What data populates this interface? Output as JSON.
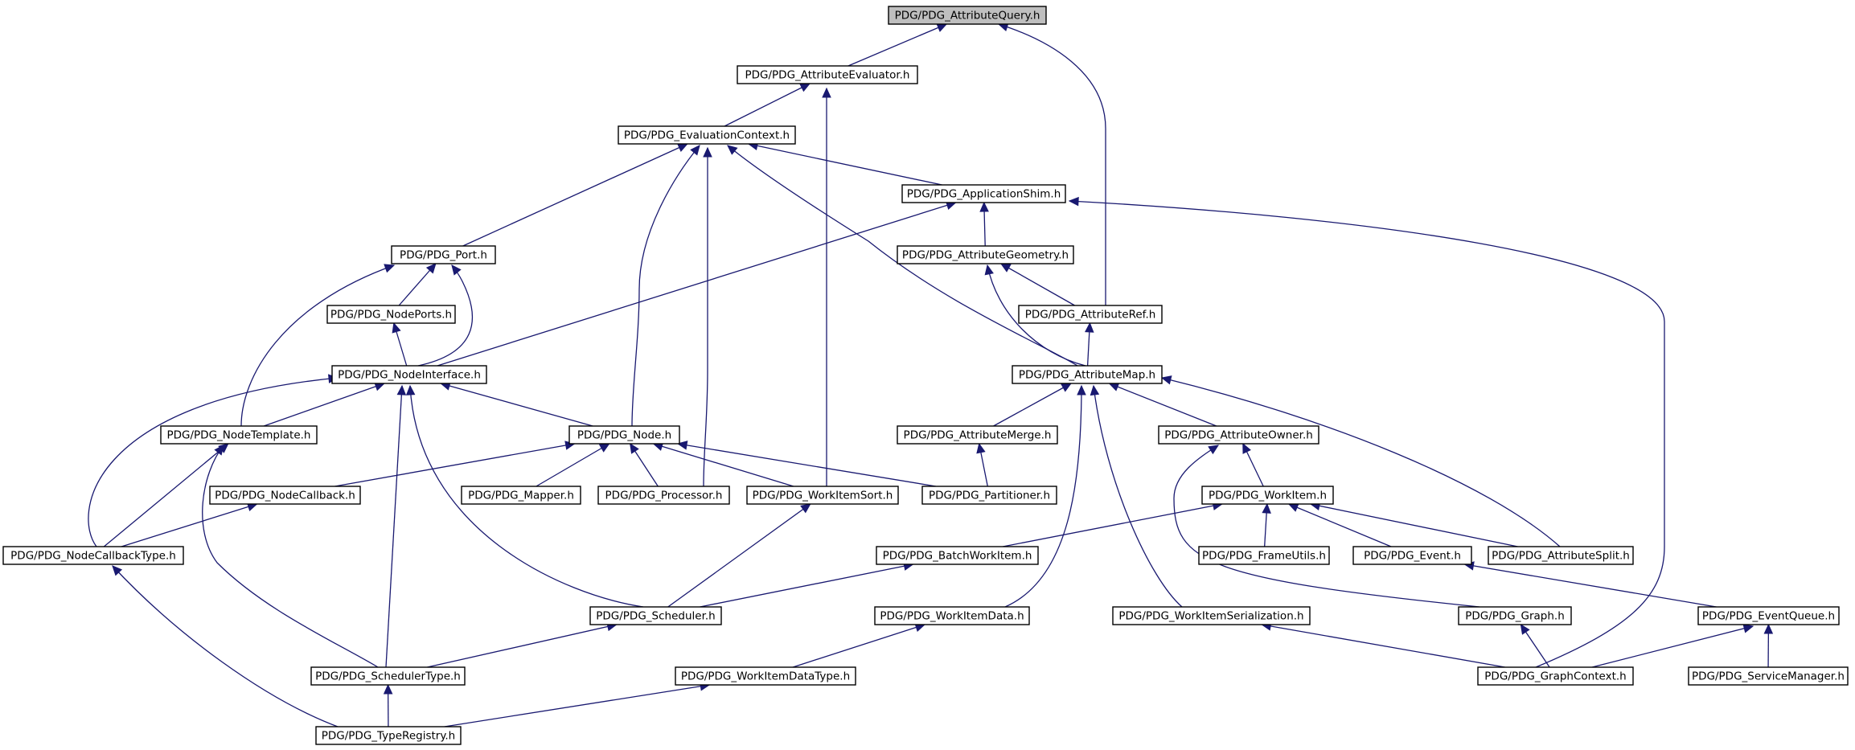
{
  "diagram": {
    "type": "include-dependency-graph",
    "colors": {
      "edge": "#191970",
      "root_fill": "#bfbfbf",
      "node_fill": "#ffffff",
      "border": "#000000"
    },
    "nodes": [
      {
        "id": "attribute-query",
        "label": "PDG/PDG_AttributeQuery.h",
        "root": true
      },
      {
        "id": "attribute-evaluator",
        "label": "PDG/PDG_AttributeEvaluator.h"
      },
      {
        "id": "evaluation-context",
        "label": "PDG/PDG_EvaluationContext.h"
      },
      {
        "id": "application-shim",
        "label": "PDG/PDG_ApplicationShim.h"
      },
      {
        "id": "port",
        "label": "PDG/PDG_Port.h"
      },
      {
        "id": "attribute-geometry",
        "label": "PDG/PDG_AttributeGeometry.h"
      },
      {
        "id": "node-ports",
        "label": "PDG/PDG_NodePorts.h"
      },
      {
        "id": "attribute-ref",
        "label": "PDG/PDG_AttributeRef.h"
      },
      {
        "id": "node-interface",
        "label": "PDG/PDG_NodeInterface.h"
      },
      {
        "id": "attribute-map",
        "label": "PDG/PDG_AttributeMap.h"
      },
      {
        "id": "node-template",
        "label": "PDG/PDG_NodeTemplate.h"
      },
      {
        "id": "node",
        "label": "PDG/PDG_Node.h"
      },
      {
        "id": "attribute-merge",
        "label": "PDG/PDG_AttributeMerge.h"
      },
      {
        "id": "attribute-owner",
        "label": "PDG/PDG_AttributeOwner.h"
      },
      {
        "id": "node-callback",
        "label": "PDG/PDG_NodeCallback.h"
      },
      {
        "id": "mapper",
        "label": "PDG/PDG_Mapper.h"
      },
      {
        "id": "processor",
        "label": "PDG/PDG_Processor.h"
      },
      {
        "id": "work-item-sort",
        "label": "PDG/PDG_WorkItemSort.h"
      },
      {
        "id": "partitioner",
        "label": "PDG/PDG_Partitioner.h"
      },
      {
        "id": "work-item",
        "label": "PDG/PDG_WorkItem.h"
      },
      {
        "id": "node-callback-type",
        "label": "PDG/PDG_NodeCallbackType.h"
      },
      {
        "id": "batch-work-item",
        "label": "PDG/PDG_BatchWorkItem.h"
      },
      {
        "id": "frame-utils",
        "label": "PDG/PDG_FrameUtils.h"
      },
      {
        "id": "event",
        "label": "PDG/PDG_Event.h"
      },
      {
        "id": "attribute-split",
        "label": "PDG/PDG_AttributeSplit.h"
      },
      {
        "id": "scheduler",
        "label": "PDG/PDG_Scheduler.h"
      },
      {
        "id": "work-item-data",
        "label": "PDG/PDG_WorkItemData.h"
      },
      {
        "id": "work-item-serialization",
        "label": "PDG/PDG_WorkItemSerialization.h"
      },
      {
        "id": "graph",
        "label": "PDG/PDG_Graph.h"
      },
      {
        "id": "event-queue",
        "label": "PDG/PDG_EventQueue.h"
      },
      {
        "id": "scheduler-type",
        "label": "PDG/PDG_SchedulerType.h"
      },
      {
        "id": "work-item-data-type",
        "label": "PDG/PDG_WorkItemDataType.h"
      },
      {
        "id": "graph-context",
        "label": "PDG/PDG_GraphContext.h"
      },
      {
        "id": "service-manager",
        "label": "PDG/PDG_ServiceManager.h"
      },
      {
        "id": "type-registry",
        "label": "PDG/PDG_TypeRegistry.h"
      }
    ],
    "edges": [
      {
        "from": "attribute-evaluator",
        "to": "attribute-query"
      },
      {
        "from": "attribute-ref",
        "to": "attribute-query"
      },
      {
        "from": "evaluation-context",
        "to": "attribute-evaluator"
      },
      {
        "from": "work-item-sort",
        "to": "attribute-evaluator"
      },
      {
        "from": "port",
        "to": "evaluation-context"
      },
      {
        "from": "node",
        "to": "evaluation-context"
      },
      {
        "from": "processor",
        "to": "evaluation-context"
      },
      {
        "from": "application-shim",
        "to": "evaluation-context"
      },
      {
        "from": "attribute-map",
        "to": "evaluation-context"
      },
      {
        "from": "attribute-geometry",
        "to": "application-shim"
      },
      {
        "from": "node-interface",
        "to": "application-shim"
      },
      {
        "from": "graph-context",
        "to": "application-shim"
      },
      {
        "from": "node-ports",
        "to": "port"
      },
      {
        "from": "node-interface",
        "to": "port"
      },
      {
        "from": "node-template",
        "to": "port"
      },
      {
        "from": "attribute-ref",
        "to": "attribute-geometry"
      },
      {
        "from": "attribute-map",
        "to": "attribute-geometry"
      },
      {
        "from": "node-interface",
        "to": "node-ports"
      },
      {
        "from": "attribute-map",
        "to": "attribute-ref"
      },
      {
        "from": "node-template",
        "to": "node-interface"
      },
      {
        "from": "node",
        "to": "node-interface"
      },
      {
        "from": "node-callback-type",
        "to": "node-interface"
      },
      {
        "from": "scheduler-type",
        "to": "node-interface"
      },
      {
        "from": "scheduler",
        "to": "node-interface"
      },
      {
        "from": "attribute-merge",
        "to": "attribute-map"
      },
      {
        "from": "attribute-owner",
        "to": "attribute-map"
      },
      {
        "from": "attribute-split",
        "to": "attribute-map"
      },
      {
        "from": "work-item-data",
        "to": "attribute-map"
      },
      {
        "from": "work-item-serialization",
        "to": "attribute-map"
      },
      {
        "from": "node-callback-type",
        "to": "node-template"
      },
      {
        "from": "scheduler-type",
        "to": "node-template"
      },
      {
        "from": "node-callback",
        "to": "node"
      },
      {
        "from": "mapper",
        "to": "node"
      },
      {
        "from": "processor",
        "to": "node"
      },
      {
        "from": "work-item-sort",
        "to": "node"
      },
      {
        "from": "partitioner",
        "to": "node"
      },
      {
        "from": "partitioner",
        "to": "attribute-merge"
      },
      {
        "from": "work-item",
        "to": "attribute-owner"
      },
      {
        "from": "graph",
        "to": "attribute-owner"
      },
      {
        "from": "node-callback-type",
        "to": "node-callback"
      },
      {
        "from": "scheduler",
        "to": "work-item-sort"
      },
      {
        "from": "batch-work-item",
        "to": "work-item"
      },
      {
        "from": "frame-utils",
        "to": "work-item"
      },
      {
        "from": "event",
        "to": "work-item"
      },
      {
        "from": "attribute-split",
        "to": "work-item"
      },
      {
        "from": "type-registry",
        "to": "node-callback-type"
      },
      {
        "from": "scheduler",
        "to": "batch-work-item"
      },
      {
        "from": "event-queue",
        "to": "event"
      },
      {
        "from": "scheduler-type",
        "to": "scheduler"
      },
      {
        "from": "work-item-data-type",
        "to": "work-item-data"
      },
      {
        "from": "graph-context",
        "to": "work-item-serialization"
      },
      {
        "from": "graph-context",
        "to": "graph"
      },
      {
        "from": "graph-context",
        "to": "event-queue"
      },
      {
        "from": "service-manager",
        "to": "event-queue"
      },
      {
        "from": "type-registry",
        "to": "scheduler-type"
      },
      {
        "from": "type-registry",
        "to": "work-item-data-type"
      }
    ]
  }
}
